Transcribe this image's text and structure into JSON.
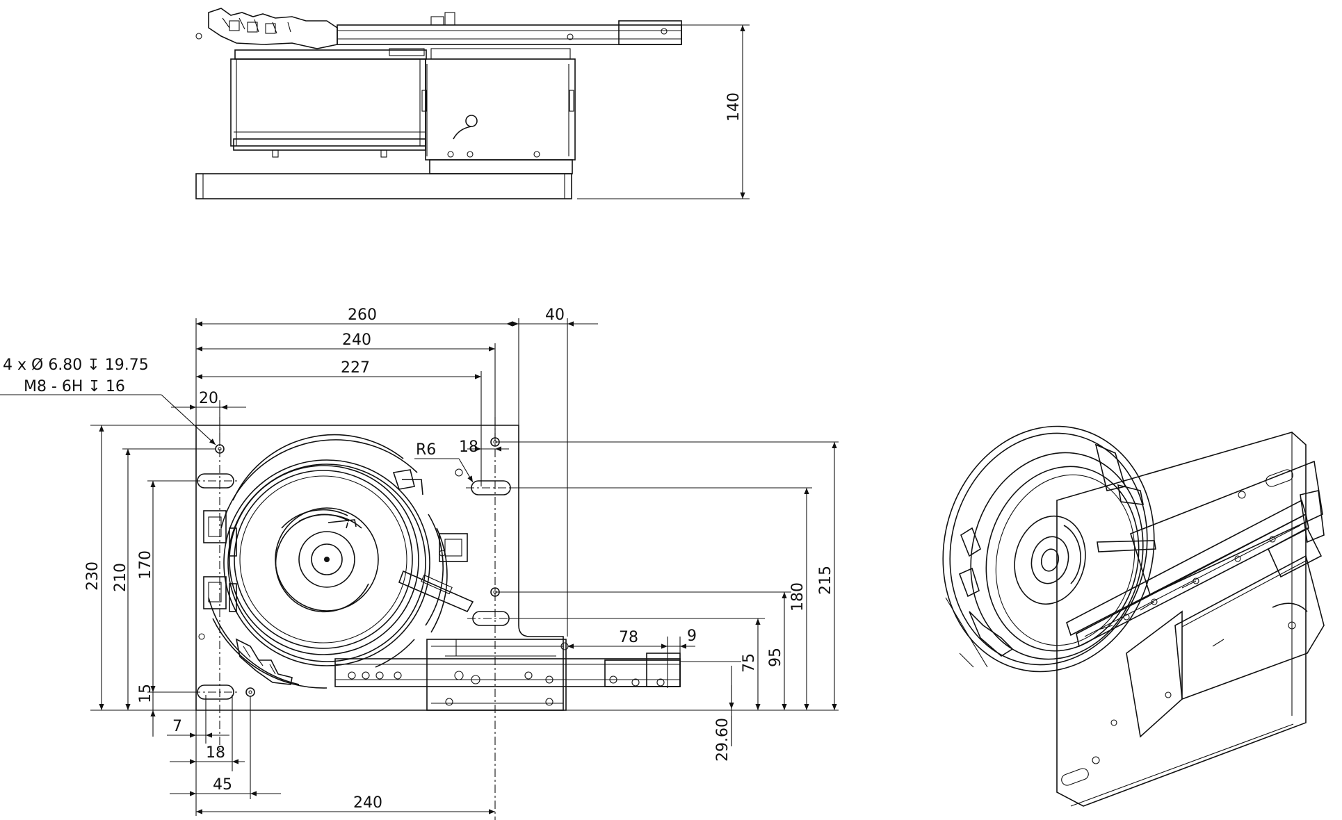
{
  "drawing": {
    "top_view": {
      "dim_height": "140"
    },
    "front_view": {
      "dims": {
        "w260": "260",
        "w40": "40",
        "w240_top": "240",
        "w227": "227",
        "w20": "20",
        "hole_note_line1": "4 x Ø 6.80 ↧ 19.75",
        "hole_note_line2": "M8 - 6H ↧ 16",
        "r6": "R6",
        "d18_top": "18",
        "h230": "230",
        "h210": "210",
        "h170": "170",
        "h15": "15",
        "w7": "7",
        "w18_bottom": "18",
        "w45": "45",
        "w240_bottom": "240",
        "d78": "78",
        "d9": "9",
        "h75": "75",
        "h95": "95",
        "h180": "180",
        "h215": "215",
        "h29_60": "29.60"
      }
    },
    "iso_view": {}
  }
}
